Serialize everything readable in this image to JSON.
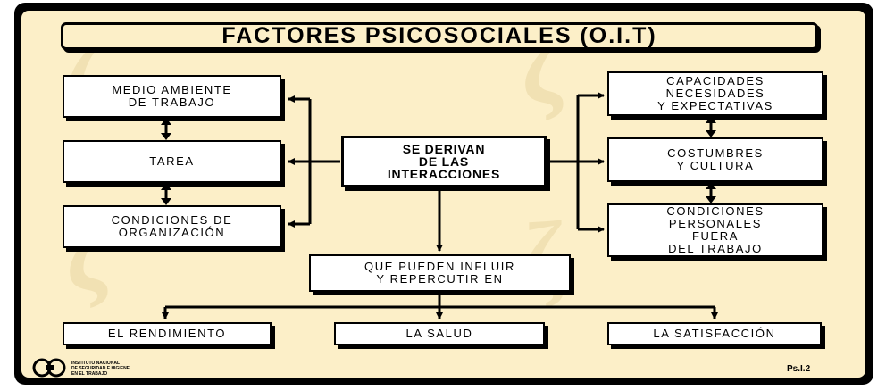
{
  "title": "FACTORES PSICOSOCIALES (O.I.T)",
  "left": {
    "medio": "MEDIO AMBIENTE\nDE TRABAJO",
    "tarea": "TAREA",
    "condiciones_org": "CONDICIONES DE\nORGANIZACIÓN"
  },
  "center": {
    "derivan": "SE DERIVAN\nDE LAS\nINTERACCIONES",
    "influir": "QUE PUEDEN INFLUIR\nY REPERCUTIR EN"
  },
  "right": {
    "capacidades": "CAPACIDADES\nNECESIDADES\nY EXPECTATIVAS",
    "costumbres": "COSTUMBRES\nY CULTURA",
    "condiciones_pers": "CONDICIONES\nPERSONALES\nFUERA\nDEL TRABAJO"
  },
  "bottom": {
    "rendimiento": "EL RENDIMIENTO",
    "salud": "LA SALUD",
    "satisfaccion": "LA SATISFACCIÓN"
  },
  "footer": {
    "institute": "INSTITUTO NACIONAL\nDE SEGURIDAD E HIGIENE\nEN EL TRABAJO",
    "code": "Ps.I.2"
  },
  "colors": {
    "background": "#fcefc8",
    "frame": "#000000",
    "box": "#ffffff"
  }
}
